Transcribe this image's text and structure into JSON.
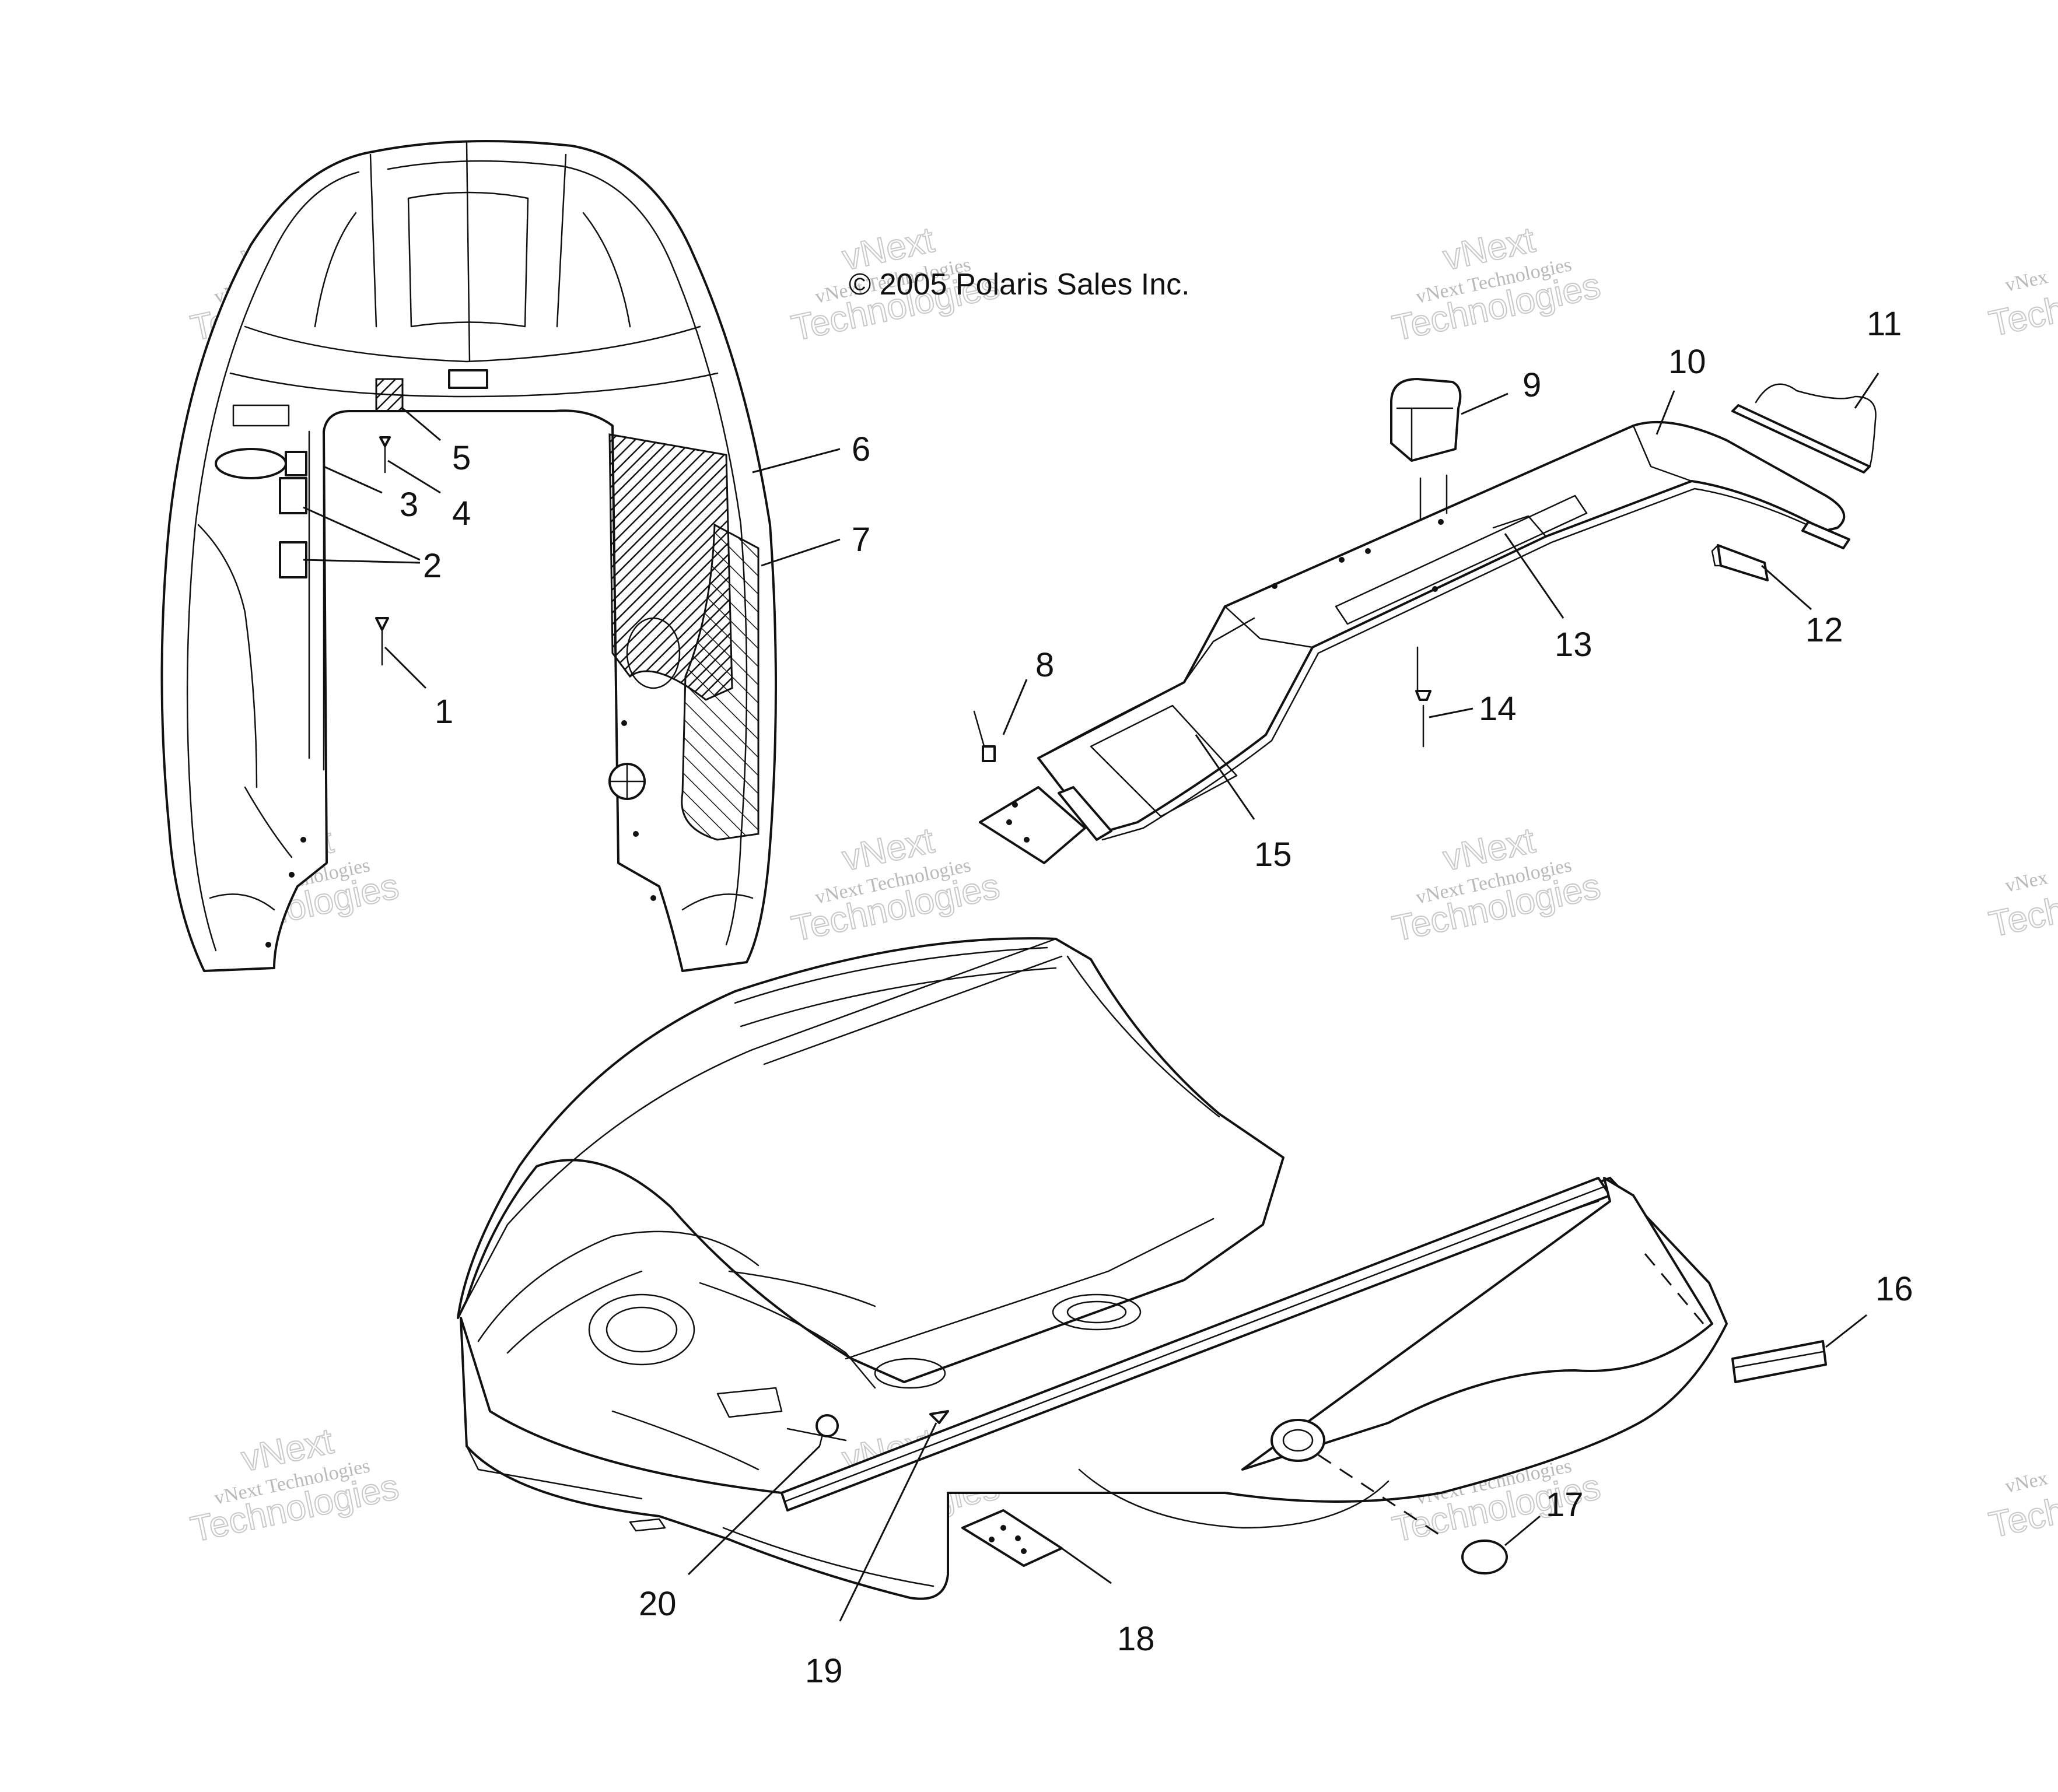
{
  "copyright": "© 2005 Polaris Sales Inc.",
  "watermark": {
    "line1": "vNext Technologies",
    "line2": "vNext",
    "line3": "Technologies",
    "partial": "vNex",
    "partial2": "Tech"
  },
  "callouts": {
    "c1": "1",
    "c2": "2",
    "c3": "3",
    "c4": "4",
    "c5": "5",
    "c6": "6",
    "c7": "7",
    "c8": "8",
    "c9": "9",
    "c10": "10",
    "c11": "11",
    "c12": "12",
    "c13": "13",
    "c14": "14",
    "c15": "15",
    "c16": "16",
    "c17": "17",
    "c18": "18",
    "c19": "19",
    "c20": "20"
  },
  "colors": {
    "line": "#111111",
    "watermark": "#c8c8c8",
    "background": "#ffffff"
  }
}
